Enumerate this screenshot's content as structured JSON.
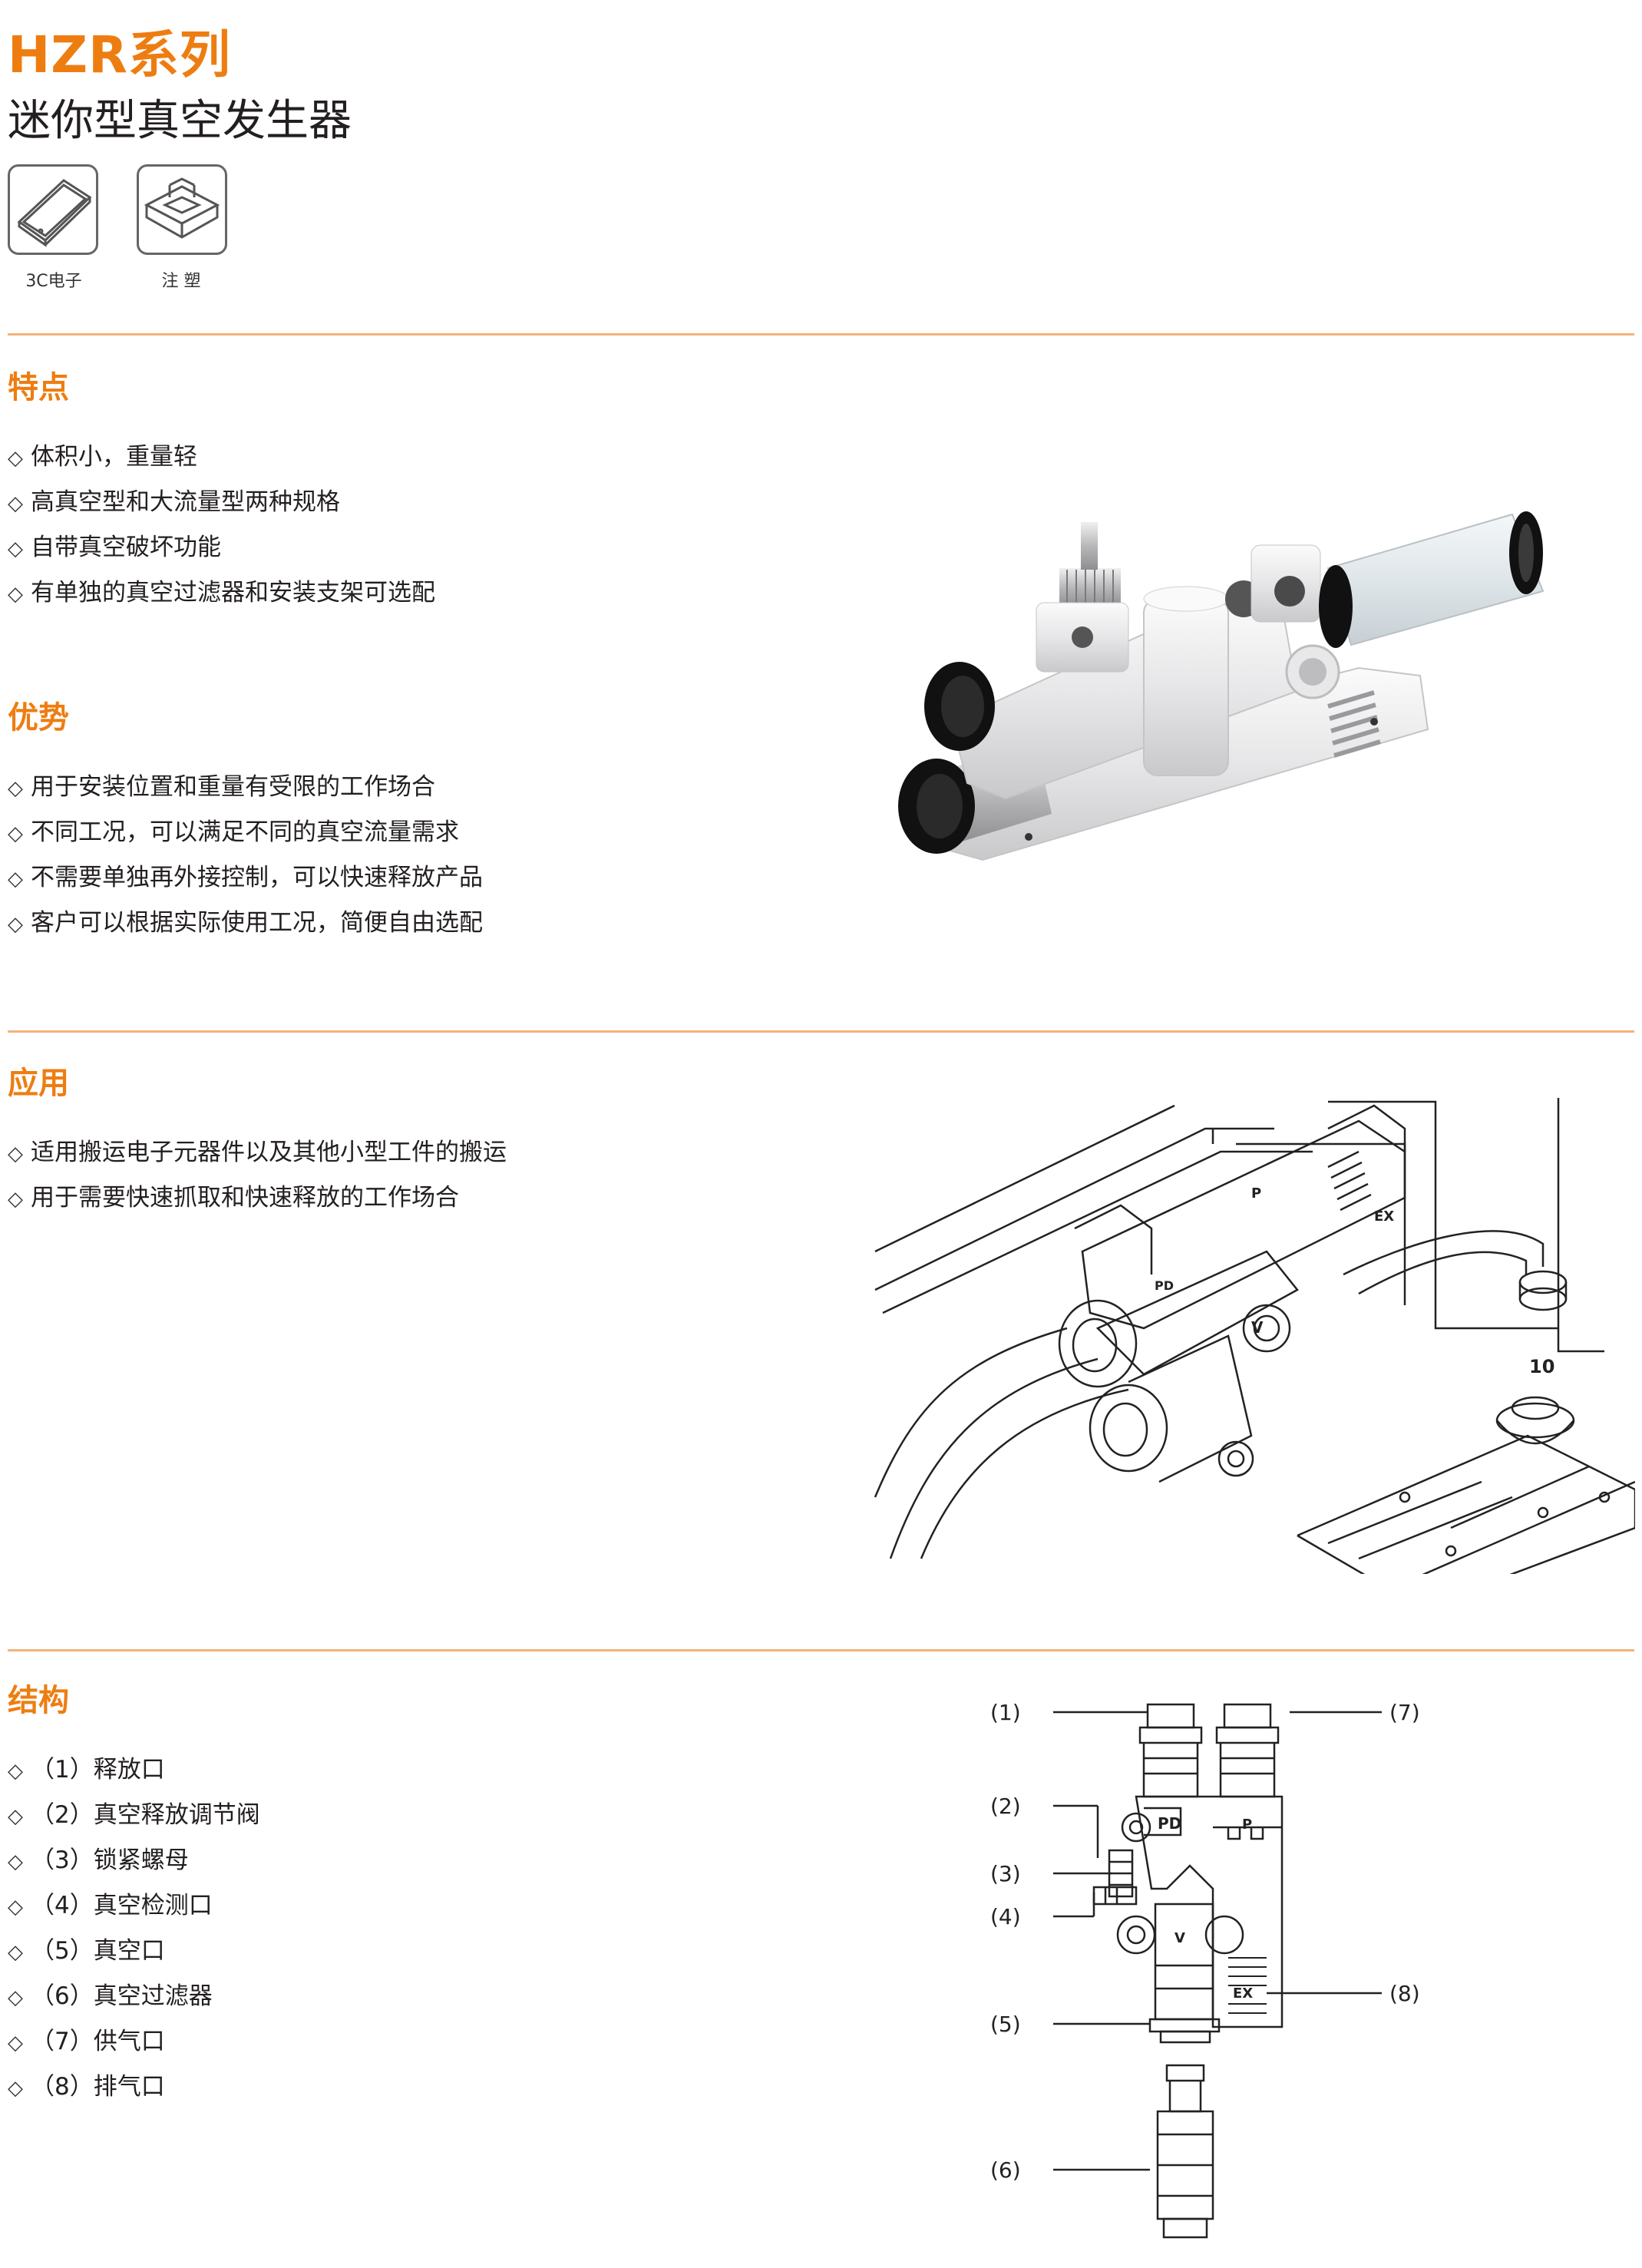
{
  "header": {
    "series": "HZR系列",
    "subtitle": "迷你型真空发生器"
  },
  "applications_icons": [
    {
      "label": "3C电子",
      "icon": "tablet-device-icon"
    },
    {
      "label": "注 塑",
      "icon": "injection-molding-icon"
    }
  ],
  "features": {
    "title": "特点",
    "items": [
      "体积小，重量轻",
      "高真空型和大流量型两种规格",
      "自带真空破坏功能",
      "有单独的真空过滤器和安装支架可选配"
    ]
  },
  "advantages": {
    "title": "优势",
    "items": [
      "用于安装位置和重量有受限的工作场合",
      "不同工况，可以满足不同的真空流量需求",
      "不需要单独再外接控制，可以快速释放产品",
      "客户可以根据实际使用工况，简便自由选配"
    ]
  },
  "application": {
    "title": "应用",
    "items": [
      "适用搬运电子元器件以及其他小型工件的搬运",
      "用于需要快速抓取和快速释放的工作场合"
    ],
    "drawing_labels": {
      "cup_size": "10",
      "port_p": "P",
      "port_pd": "PD",
      "port_v": "V",
      "port_ex": "EX"
    }
  },
  "structure": {
    "title": "结构",
    "items": [
      "（1）释放口",
      "（2）真空释放调节阀",
      "（3）锁紧螺母",
      "（4）真空检测口",
      "（5）真空口",
      "（6）真空过滤器",
      "（7）供气口",
      "（8）排气口"
    ],
    "callouts": [
      "(1)",
      "(2)",
      "(3)",
      "(4)",
      "(5)",
      "(6)",
      "(7)",
      "(8)"
    ],
    "body_marks": {
      "pd": "PD",
      "p": "P",
      "v": "V",
      "ex": "EX"
    }
  },
  "bullet_glyph": "◇",
  "colors": {
    "accent": "#ee7d11",
    "divider": "#f3b37a",
    "text": "#231f20"
  }
}
